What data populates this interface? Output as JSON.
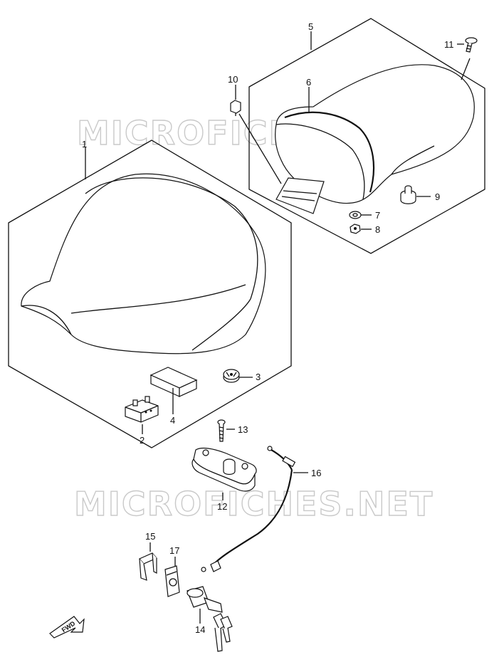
{
  "watermark": {
    "text": "MICROFICHES.NET",
    "color": "#c9c9c9"
  },
  "callouts": [
    {
      "id": "1",
      "label": "1"
    },
    {
      "id": "2",
      "label": "2"
    },
    {
      "id": "3",
      "label": "3"
    },
    {
      "id": "4",
      "label": "4"
    },
    {
      "id": "5",
      "label": "5"
    },
    {
      "id": "6",
      "label": "6"
    },
    {
      "id": "7",
      "label": "7"
    },
    {
      "id": "8",
      "label": "8"
    },
    {
      "id": "9",
      "label": "9"
    },
    {
      "id": "10",
      "label": "10"
    },
    {
      "id": "11",
      "label": "11"
    },
    {
      "id": "12",
      "label": "12"
    },
    {
      "id": "13",
      "label": "13"
    },
    {
      "id": "14",
      "label": "14"
    },
    {
      "id": "15",
      "label": "15"
    },
    {
      "id": "16",
      "label": "16"
    },
    {
      "id": "17",
      "label": "17"
    }
  ],
  "fwd_arrow": {
    "label": "FWD"
  }
}
